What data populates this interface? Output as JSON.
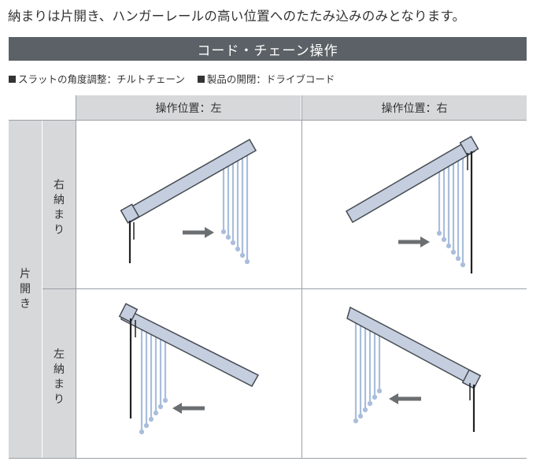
{
  "intro_text": "納まりは片開き、ハンガーレールの高い位置へのたたみ込みのみとなります。",
  "banner_title": "コード・チェーン操作",
  "legend": {
    "tilt": "スラットの角度調整：チルトチェーン",
    "open_close": "製品の開閉：ドライブコード"
  },
  "columns": [
    "操作位置：左",
    "操作位置：右"
  ],
  "row_group": "片開き",
  "rows": [
    "右納まり",
    "左納まり"
  ],
  "colors": {
    "banner": "#5b6166",
    "header_bg": "#d6d8da",
    "rail_fill": "#c5cede",
    "rail_stroke": "#444a50",
    "slat": "#a9bedc",
    "arrow": "#6c6f72",
    "cord": "#222222"
  },
  "illustrations": [
    {
      "name": "right-stack-left-operation",
      "cord_side": "left",
      "stack_side": "right",
      "arrow": "right"
    },
    {
      "name": "right-stack-right-operation",
      "cord_side": "right",
      "stack_side": "right",
      "arrow": "right"
    },
    {
      "name": "left-stack-left-operation",
      "cord_side": "left",
      "stack_side": "left",
      "arrow": "left"
    },
    {
      "name": "left-stack-right-operation",
      "cord_side": "right",
      "stack_side": "left",
      "arrow": "left"
    }
  ]
}
